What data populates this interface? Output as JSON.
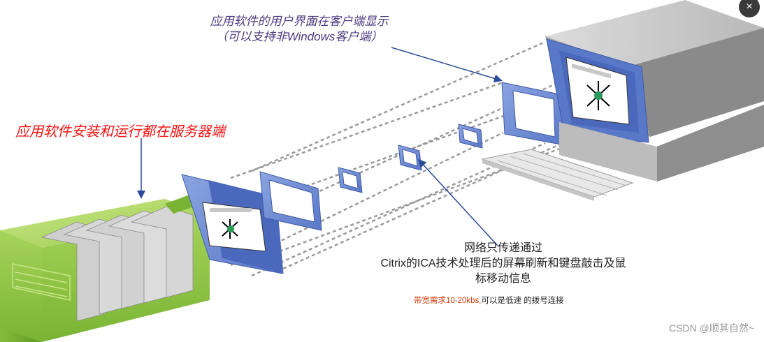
{
  "client_label": {
    "line1": "应用软件的用户界面在客户端显示",
    "line2": "（可以支持非Windows客户端）"
  },
  "server_label": "应用软件安装和运行都在服务器端",
  "network_label": {
    "line1": "网络只传递通过",
    "line2": "Citrix的ICA技术处理后的屏幕刷新和键盘敲击及鼠",
    "line3": "标移动信息"
  },
  "bandwidth_label": {
    "highlight": "带宽需求10-20kbs,",
    "rest": "可以是低速 的拨号连接"
  },
  "watermark": "CSDN @顺其自然~",
  "close_button": {
    "icon": "close-icon",
    "label": "×"
  },
  "colors": {
    "server_green": "#8cc63f",
    "frame_blue": "#5a78c8",
    "monitor_gray": "#9a9a9a",
    "server_label_red": "#ff1010",
    "client_label_purple": "#4a3a80",
    "bandwidth_orange": "#d04010"
  }
}
